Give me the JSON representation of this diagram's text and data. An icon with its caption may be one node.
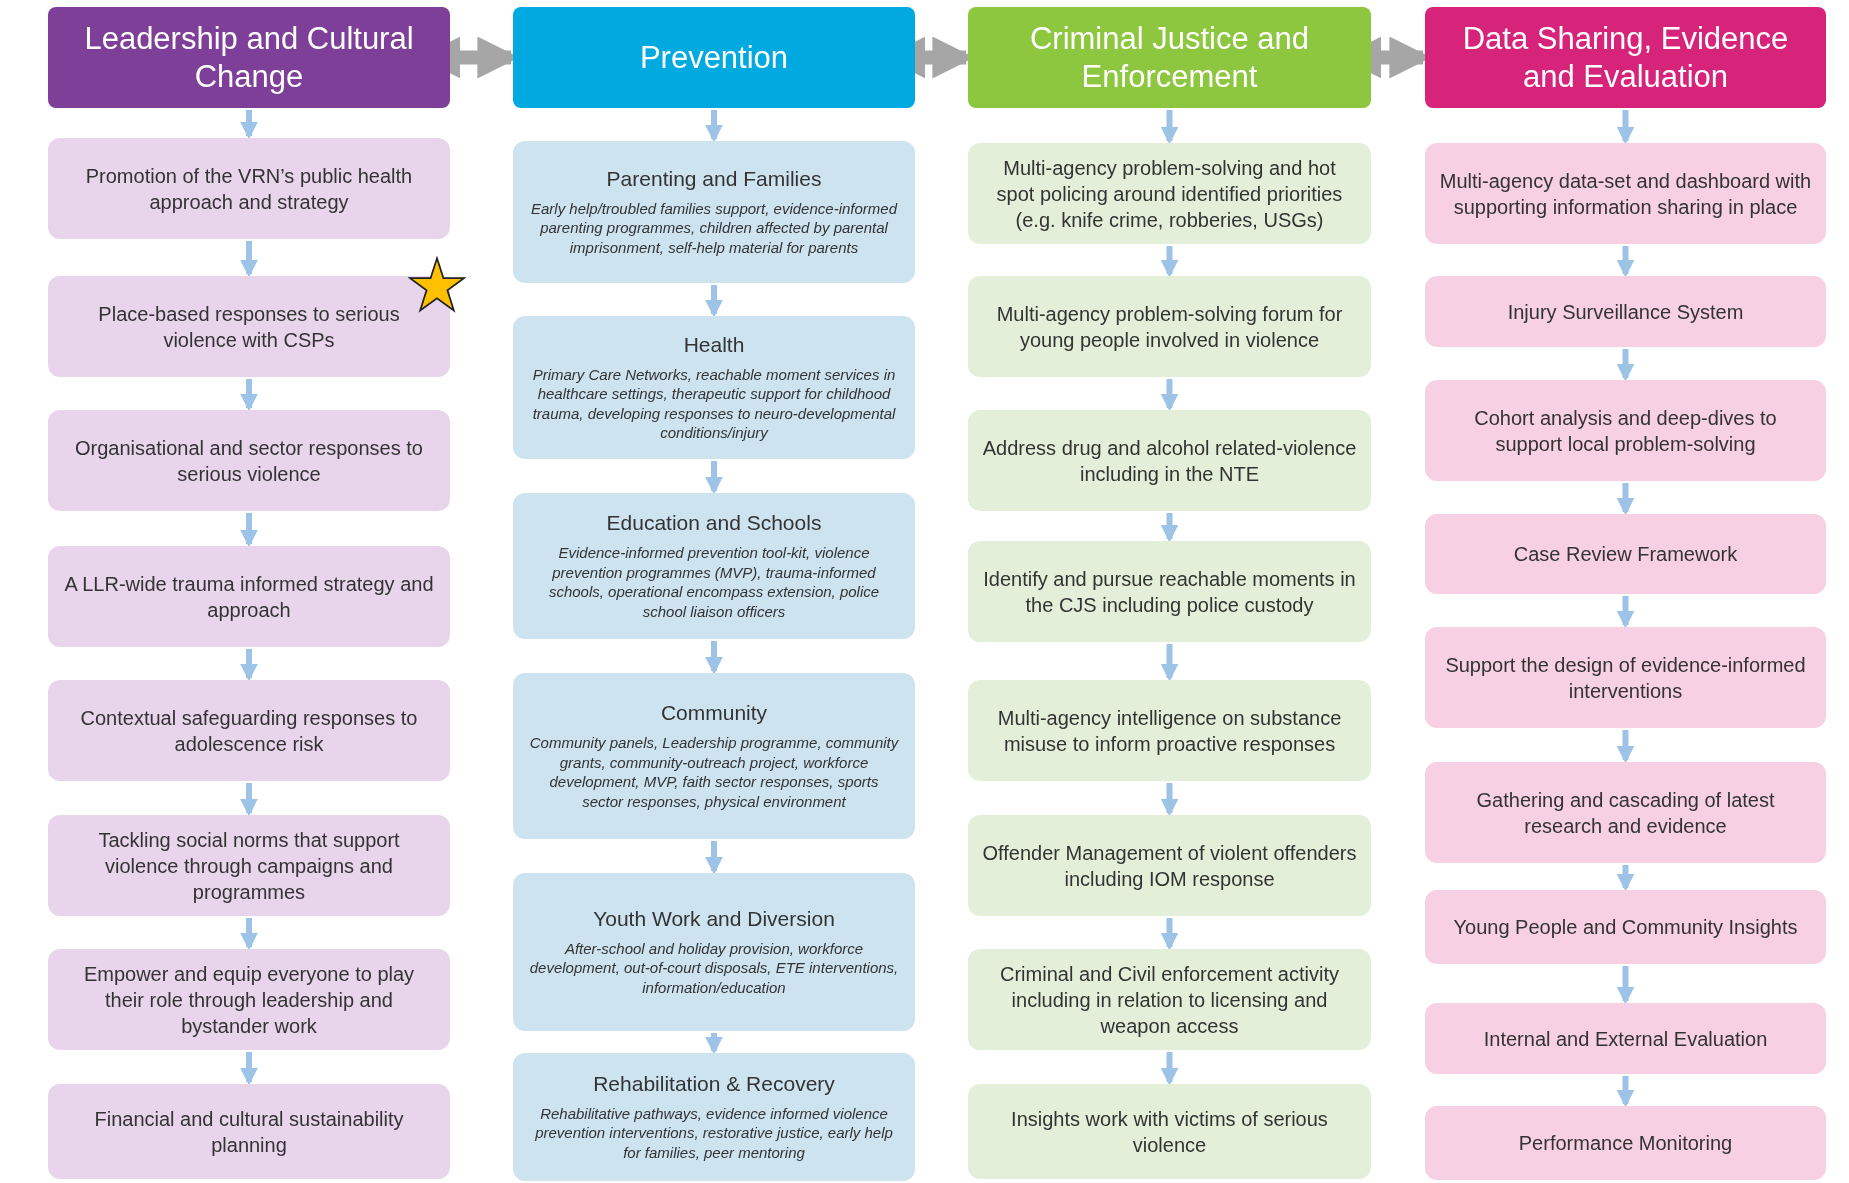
{
  "diagram": {
    "nodes": [
      {
        "text": [
          "Leadership and Cultural Change"
        ]
      },
      {
        "text": [
          "Prevention"
        ]
      },
      {
        "text": [
          "Criminal Justice and Enforcement"
        ]
      },
      {
        "text": [
          "Data Sharing, Evidence and Evaluation"
        ]
      },
      {
        "text": [
          "Promotion of the VRN’s public health approach and strategy"
        ]
      },
      {
        "text": [
          "Place-based responses to serious violence with CSPs"
        ]
      },
      {
        "text": [
          "Organisational and sector responses to serious violence"
        ]
      },
      {
        "text": [
          "A LLR-wide trauma informed strategy and approach"
        ]
      },
      {
        "text": [
          "Contextual safeguarding responses to adolescence risk"
        ]
      },
      {
        "text": [
          "Tackling social norms that support violence through campaigns and programmes"
        ]
      },
      {
        "text": [
          "Empower and equip everyone to play their role through leadership and bystander work"
        ]
      },
      {
        "text": [
          "Financial and cultural sustainability planning"
        ]
      },
      {
        "text": [
          "Parenting and Families",
          "Early help/troubled families support, evidence-informed parenting programmes, children affected by parental imprisonment, self-help material for parents"
        ]
      },
      {
        "text": [
          "Health",
          "Primary Care Networks, reachable moment services in healthcare settings, therapeutic support for childhood trauma, developing responses to neuro-developmental conditions/injury"
        ]
      },
      {
        "text": [
          "Education and Schools",
          "Evidence-informed prevention tool-kit, violence prevention programmes (MVP), trauma-informed schools, operational encompass extension, police school liaison officers"
        ]
      },
      {
        "text": [
          "Community",
          "Community panels, Leadership programme, community grants, community-outreach project, workforce development, MVP, faith sector responses, sports sector responses, physical environment"
        ]
      },
      {
        "text": [
          "Youth Work and Diversion",
          "After-school and holiday provision, workforce development, out-of-court disposals, ETE interventions, information/education"
        ]
      },
      {
        "text": [
          "Rehabilitation & Recovery",
          "Rehabilitative pathways, evidence informed violence prevention interventions, restorative justice, early help for families, peer mentoring"
        ]
      },
      {
        "text": [
          "Multi-agency problem-solving and hot spot policing around identified priorities (e.g. knife crime, robberies, USGs)"
        ]
      },
      {
        "text": [
          "Multi-agency problem-solving forum for young people involved in violence"
        ]
      },
      {
        "text": [
          "Address drug and alcohol related-violence including in the NTE"
        ]
      },
      {
        "text": [
          "Identify and pursue reachable moments in the CJS including police custody"
        ]
      },
      {
        "text": [
          "Multi-agency intelligence on substance misuse to inform proactive responses"
        ]
      },
      {
        "text": [
          "Offender Management of violent offenders including IOM response"
        ]
      },
      {
        "text": [
          "Criminal and Civil enforcement activity including in relation to licensing and weapon access"
        ]
      },
      {
        "text": [
          "Insights work with victims of serious violence"
        ]
      },
      {
        "text": [
          "Multi-agency data-set and dashboard with supporting information sharing in place"
        ]
      },
      {
        "text": [
          "Injury Surveillance System"
        ]
      },
      {
        "text": [
          "Cohort analysis and deep-dives to support local problem-solving"
        ]
      },
      {
        "text": [
          "Case Review Framework"
        ]
      },
      {
        "text": [
          "Support the design of evidence-informed interventions"
        ]
      },
      {
        "text": [
          "Gathering and cascading of latest research and evidence"
        ]
      },
      {
        "text": [
          "Young People and Community Insights"
        ]
      },
      {
        "text": [
          "Internal and External Evaluation"
        ]
      },
      {
        "text": [
          "Performance Monitoring"
        ]
      }
    ],
    "edges": [
      {
        "from": 0,
        "to": 1,
        "arrow": "both",
        "style": "thick",
        "color": "#a6a6a6"
      },
      {
        "from": 1,
        "to": 2,
        "arrow": "both",
        "style": "thick",
        "color": "#a6a6a6"
      },
      {
        "from": 2,
        "to": 3,
        "arrow": "both",
        "style": "thick",
        "color": "#a6a6a6"
      },
      {
        "from": 0,
        "to": 4,
        "arrow": "to"
      },
      {
        "from": 4,
        "to": 5,
        "arrow": "to"
      },
      {
        "from": 5,
        "to": 6,
        "arrow": "to"
      },
      {
        "from": 6,
        "to": 7,
        "arrow": "to"
      },
      {
        "from": 7,
        "to": 8,
        "arrow": "to"
      },
      {
        "from": 8,
        "to": 9,
        "arrow": "to"
      },
      {
        "from": 9,
        "to": 10,
        "arrow": "to"
      },
      {
        "from": 10,
        "to": 11,
        "arrow": "to"
      },
      {
        "from": 1,
        "to": 12,
        "arrow": "to"
      },
      {
        "from": 12,
        "to": 13,
        "arrow": "to"
      },
      {
        "from": 13,
        "to": 14,
        "arrow": "to"
      },
      {
        "from": 14,
        "to": 15,
        "arrow": "to"
      },
      {
        "from": 15,
        "to": 16,
        "arrow": "to"
      },
      {
        "from": 16,
        "to": 17,
        "arrow": "to"
      },
      {
        "from": 2,
        "to": 18,
        "arrow": "to"
      },
      {
        "from": 18,
        "to": 19,
        "arrow": "to"
      },
      {
        "from": 19,
        "to": 20,
        "arrow": "to"
      },
      {
        "from": 20,
        "to": 21,
        "arrow": "to"
      },
      {
        "from": 21,
        "to": 22,
        "arrow": "to"
      },
      {
        "from": 22,
        "to": 23,
        "arrow": "to"
      },
      {
        "from": 23,
        "to": 24,
        "arrow": "to"
      },
      {
        "from": 24,
        "to": 25,
        "arrow": "to"
      },
      {
        "from": 3,
        "to": 26,
        "arrow": "to"
      },
      {
        "from": 26,
        "to": 27,
        "arrow": "to"
      },
      {
        "from": 27,
        "to": 28,
        "arrow": "to"
      },
      {
        "from": 28,
        "to": 29,
        "arrow": "to"
      },
      {
        "from": 29,
        "to": 30,
        "arrow": "to"
      },
      {
        "from": 30,
        "to": 31,
        "arrow": "to"
      },
      {
        "from": 31,
        "to": 32,
        "arrow": "to"
      },
      {
        "from": 32,
        "to": 33,
        "arrow": "to"
      },
      {
        "from": 33,
        "to": 34,
        "arrow": "to"
      }
    ]
  }
}
